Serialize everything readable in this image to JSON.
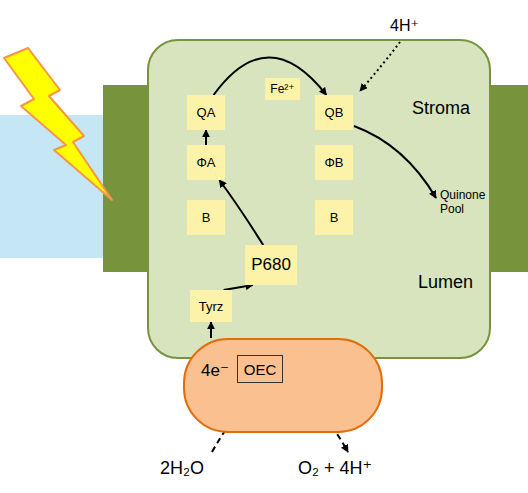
{
  "diagram": {
    "nodes": [
      {
        "text": [
          "Fe²⁺"
        ]
      },
      {
        "text": [
          "QA"
        ]
      },
      {
        "text": [
          "QB"
        ]
      },
      {
        "text": [
          "ΦA"
        ]
      },
      {
        "text": [
          "ΦB"
        ]
      },
      {
        "text": [
          "B"
        ]
      },
      {
        "text": [
          "B"
        ]
      },
      {
        "text": [
          "P680"
        ]
      },
      {
        "text": [
          "Tyrz"
        ]
      },
      {
        "text": [
          "4e⁻"
        ]
      },
      {
        "text": [
          "OEC"
        ],
        "in": 9
      }
    ],
    "edges": [
      {
        "from": 1,
        "to": 2,
        "arrow": "to"
      },
      {
        "from": 3,
        "to": 1,
        "arrow": "to"
      },
      {
        "from": 7,
        "to": 3,
        "arrow": "to"
      },
      {
        "from": 8,
        "to": 7,
        "arrow": "to"
      },
      {
        "from": 9,
        "to": 8,
        "arrow": "to"
      }
    ],
    "labels": [
      "4H⁺",
      "Stroma",
      "Quinone Pool",
      "Lumen",
      "2H₂O",
      "O₂ + 4H⁺"
    ]
  }
}
